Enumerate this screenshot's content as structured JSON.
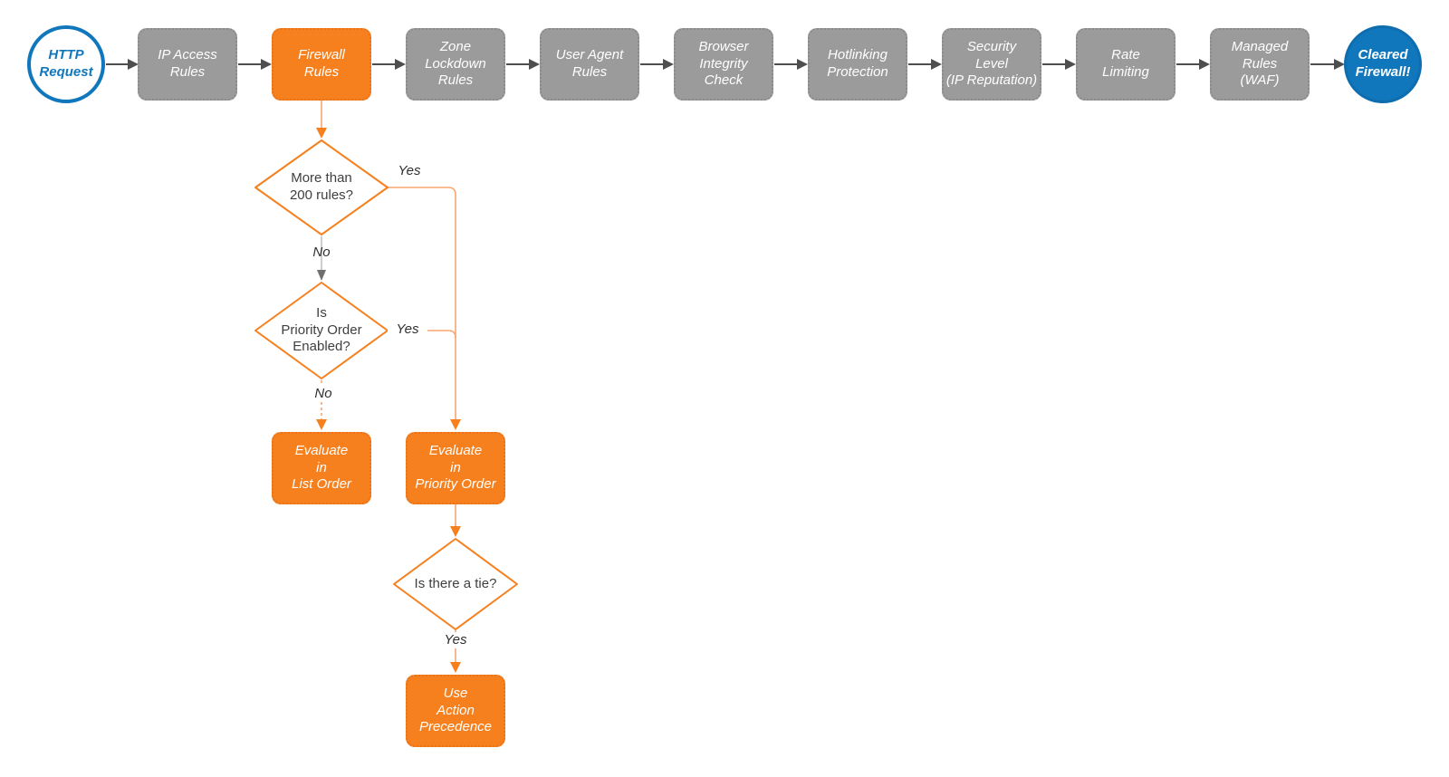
{
  "colors": {
    "accent_orange": "#F6801E",
    "stage_gray": "#9B9B9B",
    "brand_blue": "#1077BC",
    "connector_dark": "#4E4E4E",
    "diamond_text": "#3F3F3F"
  },
  "pipeline": {
    "start": {
      "label": "HTTP\nRequest"
    },
    "stages": [
      {
        "label": "IP Access\nRules"
      },
      {
        "label": "Firewall\nRules"
      },
      {
        "label": "Zone\nLockdown\nRules"
      },
      {
        "label": "User Agent\nRules"
      },
      {
        "label": "Browser\nIntegrity\nCheck"
      },
      {
        "label": "Hotlinking\nProtection"
      },
      {
        "label": "Security\nLevel\n(IP Reputation)"
      },
      {
        "label": "Rate\nLimiting"
      },
      {
        "label": "Managed\nRules\n(WAF)"
      }
    ],
    "end": {
      "label": "Cleared\nFirewall!"
    }
  },
  "decisions": {
    "rules_count": {
      "label": "More than\n200 rules?",
      "yes": "Yes",
      "no": "No"
    },
    "priority_enabled": {
      "label": "Is\nPriority Order\nEnabled?",
      "yes": "Yes",
      "no": "No"
    },
    "tie": {
      "label": "Is there a tie?",
      "yes": "Yes"
    }
  },
  "processes": {
    "list_order": {
      "label": "Evaluate\nin\nList Order"
    },
    "priority_order": {
      "label": "Evaluate\nin\nPriority Order"
    },
    "action_precedence": {
      "label": "Use\nAction\nPrecedence"
    }
  }
}
